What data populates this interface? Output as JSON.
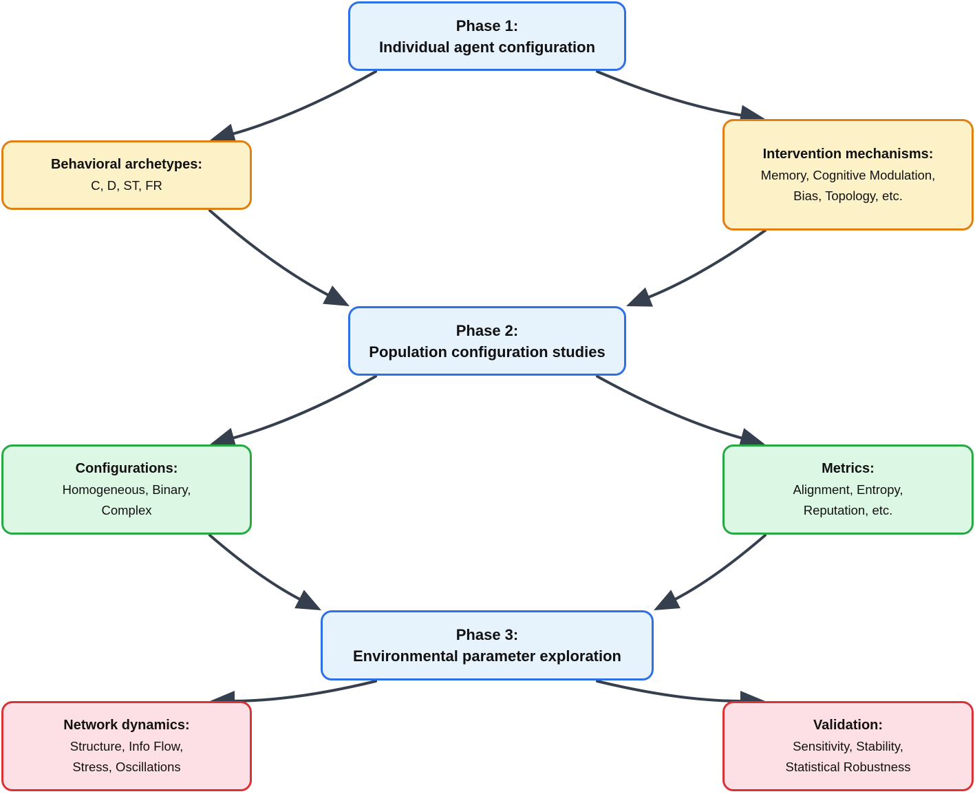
{
  "phases": {
    "phase1": {
      "line1": "Phase 1:",
      "line2": "Individual agent configuration"
    },
    "phase2": {
      "line1": "Phase 2:",
      "line2": "Population configuration studies"
    },
    "phase3": {
      "line1": "Phase 3:",
      "line2": "Environmental parameter exploration"
    }
  },
  "branches": {
    "archetypes": {
      "title": "Behavioral archetypes:",
      "lines": [
        "C, D, ST, FR"
      ]
    },
    "interventions": {
      "title": "Intervention mechanisms:",
      "lines": [
        "Memory, Cognitive Modulation,",
        "Bias, Topology, etc."
      ]
    },
    "configurations": {
      "title": "Configurations:",
      "lines": [
        "Homogeneous, Binary,",
        "Complex"
      ]
    },
    "metrics": {
      "title": "Metrics:",
      "lines": [
        "Alignment, Entropy,",
        "Reputation, etc."
      ]
    },
    "network": {
      "title": "Network dynamics:",
      "lines": [
        "Structure, Info Flow,",
        "Stress, Oscillations"
      ]
    },
    "validation": {
      "title": "Validation:",
      "lines": [
        "Sensitivity, Stability,",
        "Statistical Robustness"
      ]
    }
  },
  "colors": {
    "phase_fill": "#e6f2fc",
    "phase_border": "#2f6fe4",
    "orange_fill": "#fdf1c8",
    "orange_border": "#e07f14",
    "green_fill": "#ddf7e5",
    "green_border": "#27a845",
    "red_fill": "#fde0e5",
    "red_border": "#d93236",
    "arrow": "#353f4e"
  }
}
